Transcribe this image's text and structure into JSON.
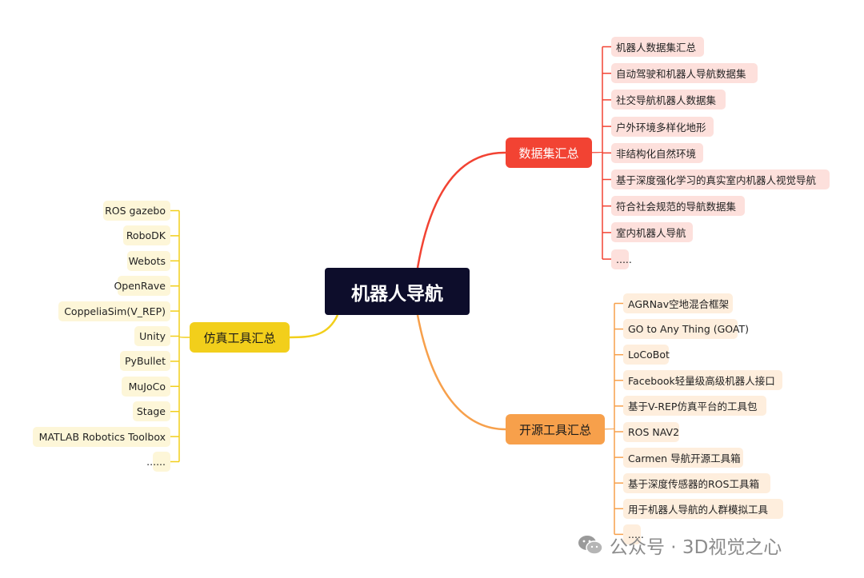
{
  "root": {
    "label": "机器人导航"
  },
  "branches": {
    "dataset": {
      "label": "数据集汇总",
      "color": "#f24333",
      "items": [
        "机器人数据集汇总",
        "自动驾驶和机器人导航数据集",
        "社交导航机器人数据集",
        "户外环境多样化地形",
        "非结构化自然环境",
        "基于深度强化学习的真实室内机器人视觉导航",
        "符合社会规范的导航数据集",
        "室内机器人导航",
        "....."
      ]
    },
    "opensource": {
      "label": "开源工具汇总",
      "color": "#f7a04b",
      "items": [
        "AGRNav空地混合框架",
        "GO to Any Thing (GOAT)",
        "LoCoBot",
        "Facebook轻量级高级机器人接口",
        "基于V-REP仿真平台的工具包",
        "ROS NAV2",
        "Carmen 导航开源工具箱",
        "基于深度传感器的ROS工具箱",
        " 用于机器人导航的人群模拟工具",
        "....."
      ]
    },
    "simulation": {
      "label": "仿真工具汇总",
      "color": "#f2cf1b",
      "items": [
        "ROS gazebo",
        "RoboDK",
        "Webots",
        "OpenRave",
        "CoppeliaSim(V_REP)",
        "Unity",
        "PyBullet",
        "MuJoCo",
        "Stage",
        "MATLAB Robotics Toolbox",
        "......"
      ]
    }
  },
  "watermark": {
    "text": "公众号 · 3D视觉之心",
    "icon": "wechat-icon"
  }
}
